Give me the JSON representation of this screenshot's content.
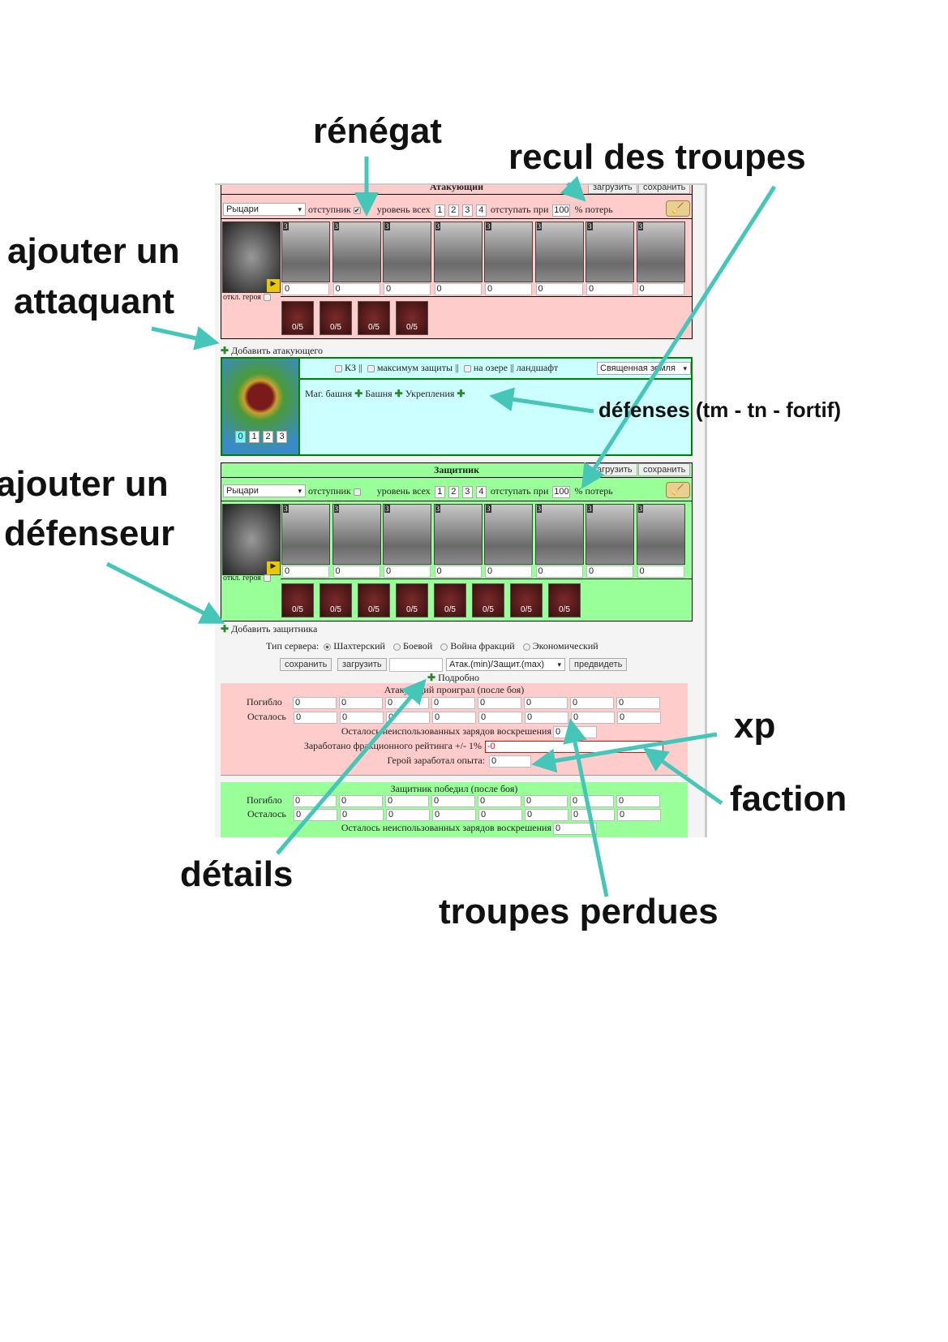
{
  "annotations": {
    "renegat": "rénégat",
    "recul": "recul des troupes",
    "add_att_1": "ajouter un",
    "add_att_2": "attaquant",
    "defenses": "défenses (tm - tn - fortif)",
    "add_def_1": "ajouter un",
    "add_def_2": "défenseur",
    "xp": "xp",
    "faction": "faction",
    "details": "détails",
    "lost": "troupes perdues"
  },
  "colors": {
    "arrow": "#45c6b8",
    "attacker_bg": "#ffcccc",
    "defender_bg": "#99ff99",
    "field_bg": "#ccffff"
  },
  "attacker": {
    "title": "Атакующий",
    "load": "загрузить",
    "save": "сохранить",
    "faction": "Рыцари",
    "renegade": "отступник",
    "renegade_checked": true,
    "level_all": "уровень всех",
    "levels": [
      "1",
      "2",
      "3",
      "4"
    ],
    "retreat": "отступать при",
    "retreat_value": "100",
    "loss": "% потерь",
    "hero_off": "откл. героя",
    "unit_level": "3",
    "units": [
      "0",
      "0",
      "0",
      "0",
      "0",
      "0",
      "0",
      "0"
    ],
    "skills": [
      "0/5",
      "0/5",
      "0/5",
      "0/5"
    ]
  },
  "add_attacker": "Добавить атакующего",
  "field": {
    "kz": "КЗ",
    "max_def": "максимум защиты",
    "lake": "на озере",
    "landscape": "ландшафт",
    "landscape_value": "Священная земля",
    "levels": [
      "0",
      "1",
      "2",
      "3"
    ],
    "mag_tower": "Маг. башня",
    "tower": "Башня",
    "fort": "Укрепления"
  },
  "defender": {
    "title": "Защитник",
    "load": "загрузить",
    "save": "сохранить",
    "faction": "Рыцари",
    "renegade": "отступник",
    "level_all": "уровень всех",
    "levels": [
      "1",
      "2",
      "3",
      "4"
    ],
    "retreat": "отступать при",
    "retreat_value": "100",
    "loss": "% потерь",
    "hero_off": "откл. героя",
    "unit_level": "3",
    "units": [
      "0",
      "0",
      "0",
      "0",
      "0",
      "0",
      "0",
      "0"
    ],
    "skills": [
      "0/5",
      "0/5",
      "0/5",
      "0/5",
      "0/5",
      "0/5",
      "0/5",
      "0/5"
    ]
  },
  "add_defender": "Добавить защитника",
  "server": {
    "label": "Тип сервера:",
    "options": [
      "Шахтерский",
      "Боевой",
      "Война фракций",
      "Экономический"
    ],
    "selected": 0
  },
  "actions": {
    "save": "сохранить",
    "load": "загрузить",
    "input": "",
    "mode": "Атак.(min)/Защит.(max)",
    "predict": "предвидеть",
    "details": "Подробно"
  },
  "result_att": {
    "title": "Атакующий проиграл (после боя)",
    "died": "Погибло",
    "left": "Осталось",
    "died_values": [
      "0",
      "0",
      "0",
      "0",
      "0",
      "0",
      "0",
      "0"
    ],
    "left_values": [
      "0",
      "0",
      "0",
      "0",
      "0",
      "0",
      "0",
      "0"
    ],
    "charges": "Осталось неиспользованных зарядов воскрешения",
    "charges_value": "0",
    "rating": "Заработано фракционного рейтинга +/- 1%",
    "rating_value": "-0",
    "xp": "Герой заработал опыта:",
    "xp_value": "0"
  },
  "result_def": {
    "title": "Защитник победил (после боя)",
    "died": "Погибло",
    "left": "Осталось",
    "died_values": [
      "0",
      "0",
      "0",
      "0",
      "0",
      "0",
      "0",
      "0"
    ],
    "left_values": [
      "0",
      "0",
      "0",
      "0",
      "0",
      "0",
      "0",
      "0"
    ],
    "charges": "Осталось неиспользованных зарядов воскрешения",
    "charges_value": "0"
  }
}
